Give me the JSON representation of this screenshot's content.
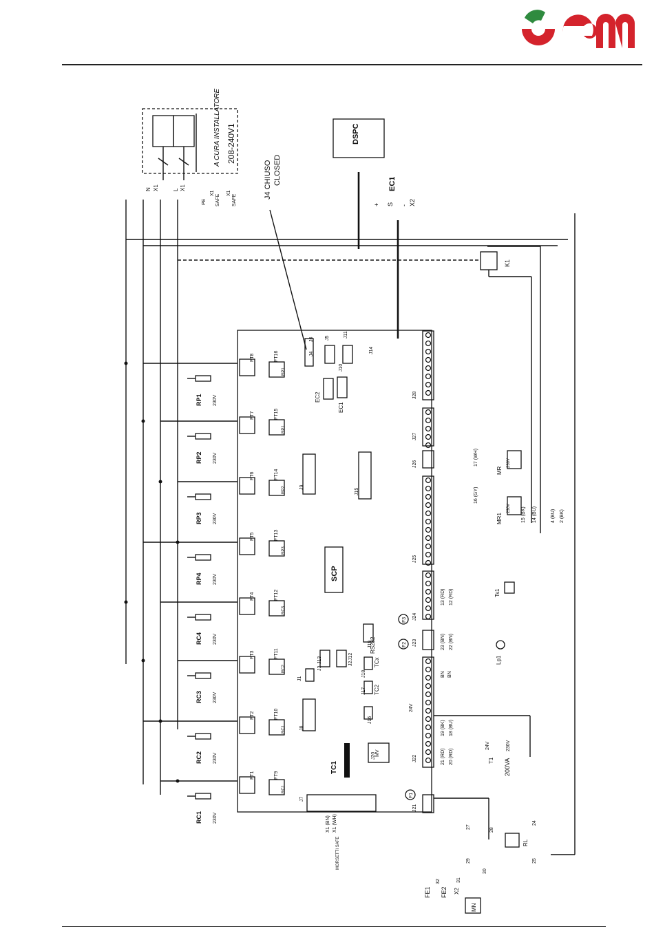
{
  "brand": {
    "colors": {
      "red": "#d4232c",
      "green": "#2f8b3f",
      "line": "#111111"
    }
  },
  "diagram": {
    "installer_box": {
      "note": "A CURA INSTALLATORE",
      "voltage": "208-240V1"
    },
    "mains_labels": [
      "N",
      "X1",
      "L",
      "X1",
      "PE",
      "X1",
      "SAFE",
      "X1",
      "SAFE"
    ],
    "j4_note": {
      "line1": "J4 CHIUSO",
      "line2": "CLOSED"
    },
    "dspc": "DSPC",
    "ec1": {
      "name": "EC1",
      "pins": [
        "+",
        "S",
        "-"
      ],
      "terminal": "X2"
    },
    "relay_k1": "K1",
    "board": "SCP",
    "resistors": [
      {
        "name": "RP1",
        "volt": "230V"
      },
      {
        "name": "RP2",
        "volt": "230V"
      },
      {
        "name": "RP3",
        "volt": "230V"
      },
      {
        "name": "RP4",
        "volt": "230V"
      },
      {
        "name": "RC4",
        "volt": "230V"
      },
      {
        "name": "RC3",
        "volt": "230V"
      },
      {
        "name": "RC2",
        "volt": "230V"
      },
      {
        "name": "RC1",
        "volt": "230V"
      }
    ],
    "fuses_left": [
      "FT8",
      "FT7",
      "FT6",
      "FT5",
      "FT4",
      "FT3",
      "FT2",
      "FT1"
    ],
    "fuses_right": [
      "FT16",
      "FT15",
      "FT14",
      "FT13",
      "FT12",
      "FT11",
      "FT10",
      "FT9"
    ],
    "triac_labels": [
      "RP1",
      "RP1",
      "RP2",
      "RP3",
      "RC3",
      "RC2",
      "RC1",
      "RC1"
    ],
    "connectors": [
      "J1",
      "J2",
      "J3",
      "J4",
      "J5",
      "J6",
      "J7",
      "J8",
      "J9",
      "J10",
      "J11",
      "J12",
      "J13",
      "J14",
      "J15",
      "J16",
      "J17",
      "J18",
      "J19",
      "J20",
      "J21",
      "J22",
      "J23",
      "J24",
      "J25",
      "J26",
      "J27",
      "J28"
    ],
    "sensor_labels": [
      "TC1",
      "TC2",
      "TCx",
      "RS232",
      "EC2",
      "EC1",
      "MV"
    ],
    "fuse_circles": [
      "F1",
      "F2",
      "F3"
    ],
    "fans": [
      {
        "name": "MR",
        "volt": "230V"
      },
      {
        "name": "MR1",
        "volt": "230V"
      }
    ],
    "wire_codes": [
      "17 (WH)",
      "16 (GY)",
      "15 (BK)",
      "14 (BU)",
      "4 (BU)",
      "2 (BK)",
      "13 (RD)",
      "12 (RD)",
      "23 (BN)",
      "22 (BN)",
      "19 (BK)",
      "18 (BU)",
      "21 (RD)",
      "20 (RD)"
    ],
    "thermostat": "Ts1",
    "lamp": "Lp1",
    "transformer": {
      "name": "T1",
      "primary": "230V",
      "secondary": "24V",
      "rating": "200VA"
    },
    "bottom": {
      "morsetti": "MORSETTI SAFE",
      "x1_bn": "X1 (BN)",
      "x1_wh": "X1 (WH)",
      "relay": "RL",
      "mn": "MN",
      "fe": [
        "FE1",
        "FE2"
      ],
      "x2": "X2",
      "wire_numbers": [
        "24",
        "25",
        "27",
        "28",
        "29",
        "30",
        "31",
        "32"
      ],
      "voltage_24v": "24V",
      "bn_labels": [
        "BN",
        "BN"
      ]
    }
  }
}
